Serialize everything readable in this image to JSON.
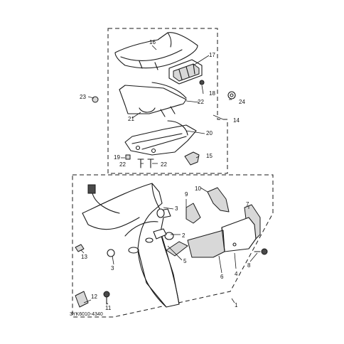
{
  "diagram": {
    "code": "3YK6010-4340",
    "callouts": {
      "c1": "1",
      "c2": "2",
      "c3a": "3",
      "c3b": "3",
      "c4": "4",
      "c5": "5",
      "c6": "6",
      "c7": "7",
      "c8": "8",
      "c9": "9",
      "c10": "10",
      "c11": "11",
      "c12": "12",
      "c13": "13",
      "c14": "14",
      "c15": "15",
      "c16": "16",
      "c17": "17",
      "c18": "18",
      "c19": "19",
      "c20": "20",
      "c21": "21",
      "c22a": "22",
      "c22b": "22",
      "c22c": "22",
      "c23": "23",
      "c24": "24"
    }
  }
}
